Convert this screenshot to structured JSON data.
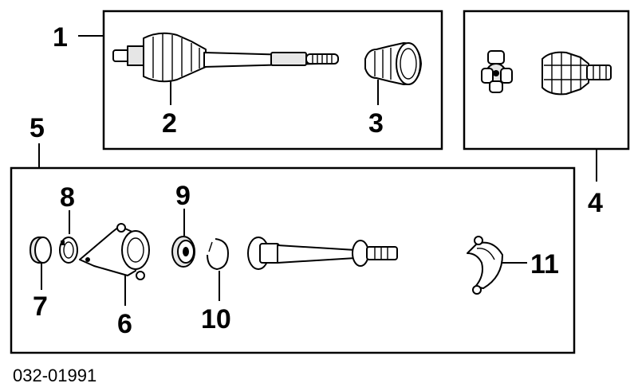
{
  "callouts": {
    "c1": "1",
    "c2": "2",
    "c3": "3",
    "c4": "4",
    "c5": "5",
    "c6": "6",
    "c7": "7",
    "c8": "8",
    "c9": "9",
    "c10": "10",
    "c11": "11"
  },
  "diagram_code": "032-01991"
}
